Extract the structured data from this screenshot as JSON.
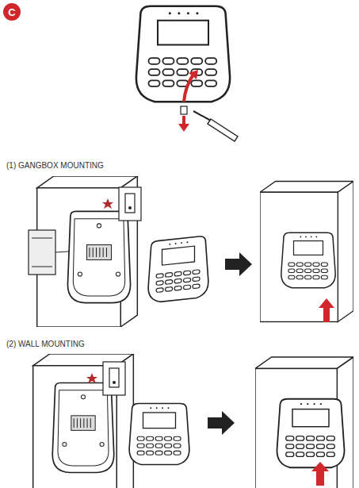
{
  "diagram": {
    "nodes": [
      {
        "text": [
          "C"
        ]
      }
    ],
    "labels": [
      "(1) GANGBOX MOUNTING",
      "(2) WALL MOUNTING"
    ]
  }
}
